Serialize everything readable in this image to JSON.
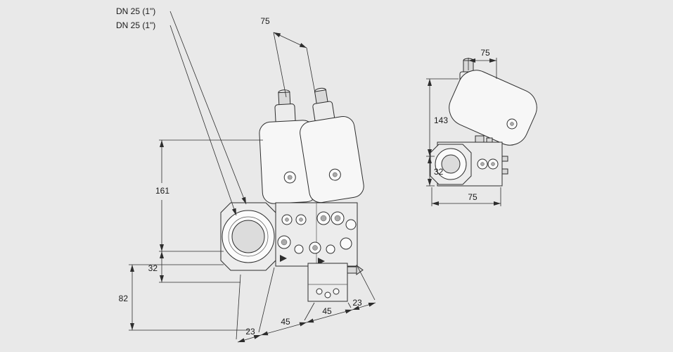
{
  "background": "#e9e9e9",
  "line_color": "#2d2d2d",
  "main_view": {
    "description": "double solenoid valve front view",
    "labels": {
      "dn_line1": "DN 25 (1\")",
      "dn_line2": "DN 25 (1\")"
    },
    "dims": {
      "top_width": "75",
      "height_total": "161",
      "height_flange": "32",
      "height_lower": "82",
      "bottom_left": "23",
      "bottom_mid_left": "45",
      "bottom_mid_right": "45",
      "bottom_right": "23"
    }
  },
  "side_view": {
    "description": "single valve side view",
    "dims": {
      "top_width": "75",
      "height_upper": "143",
      "height_lower": "32",
      "bottom_width": "75"
    }
  }
}
